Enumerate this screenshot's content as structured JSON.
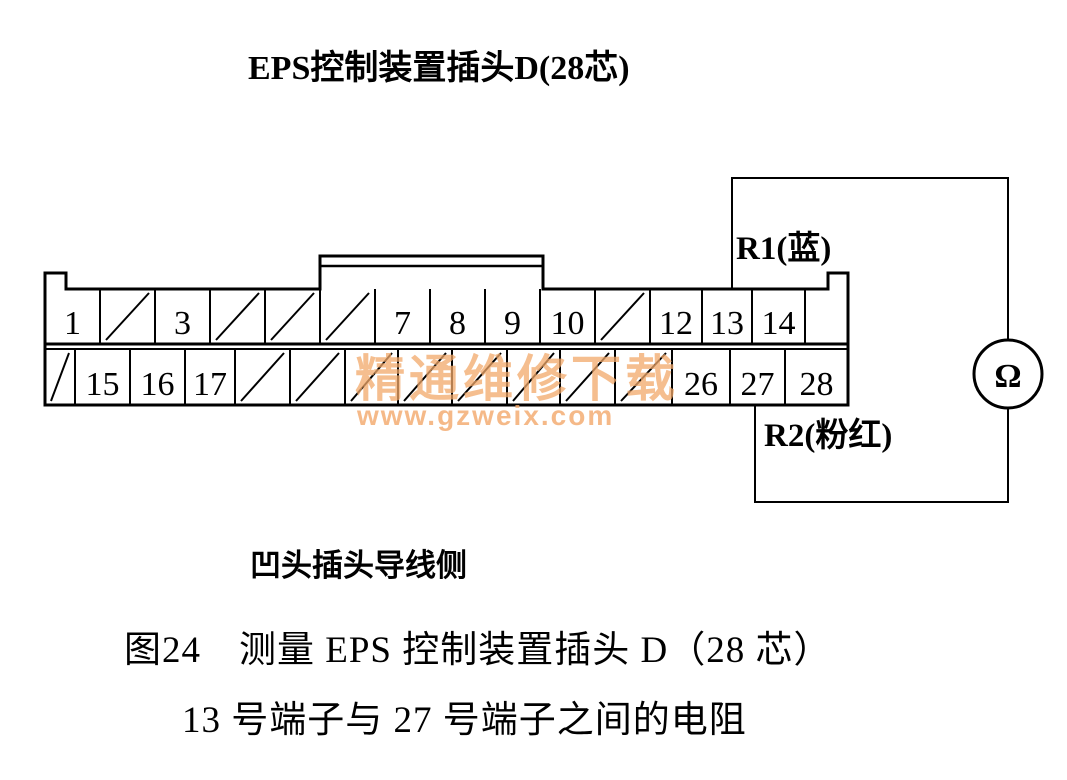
{
  "title": "EPS控制装置插头D(28芯)",
  "side_label": "凹头插头导线侧",
  "caption_line1": "图24　测量 EPS 控制装置插头 D（28 芯）",
  "caption_line2": "13 号端子与 27 号端子之间的电阻",
  "wire_r1": "R1(蓝)",
  "wire_r2": "R2(粉红)",
  "ohmmeter_symbol": "Ω",
  "watermark_cn": "精通维修下载",
  "watermark_url": "www.gzweix.com",
  "connector": {
    "top_row": [
      "1",
      "",
      "3",
      "",
      "",
      "",
      "7",
      "8",
      "9",
      "10",
      "",
      "12",
      "13",
      "14",
      "-"
    ],
    "bottom_row": [
      "",
      "15",
      "16",
      "17",
      "",
      "",
      "",
      "",
      "",
      "",
      "",
      "",
      "26",
      "27",
      "28"
    ]
  },
  "colors": {
    "watermark": "#f2a86a",
    "line": "#000000"
  }
}
